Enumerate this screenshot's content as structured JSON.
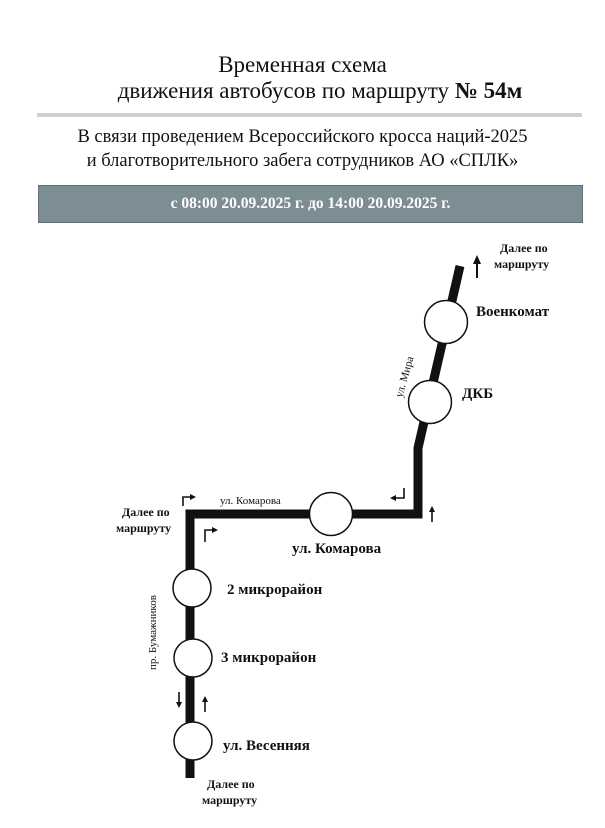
{
  "header": {
    "title_line1": "Временная схема",
    "title_line2": "движения автобусов по маршруту",
    "route_number": "№ 54м"
  },
  "notice": {
    "line1": "В связи проведением Всероссийского кросса наций-2025",
    "line2": "и благотворительного забега сотрудников АО «СПЛК»"
  },
  "banner": {
    "text": "с 08:00 20.09.2025 г. до 14:00 20.09.2025 г.",
    "color": "#7d8d94"
  },
  "scheme": {
    "further_top": [
      "Далее по",
      "маршруту"
    ],
    "further_left": [
      "Далее по",
      "маршруту"
    ],
    "further_bottom": [
      "Далее по",
      "маршруту"
    ],
    "streets": {
      "mira": "ул. Мира",
      "komarova": "ул. Комарова",
      "bumazhnikov": "пр. Бумажников"
    },
    "stops": {
      "voenkomat": "Военкомат",
      "dkb": "ДКБ",
      "komarova": "ул. Комарова",
      "mkr2": "2 микрорайон",
      "mkr3": "3 микрорайон",
      "vesennyaya": "ул. Весенняя"
    },
    "route_color": "#111111"
  }
}
